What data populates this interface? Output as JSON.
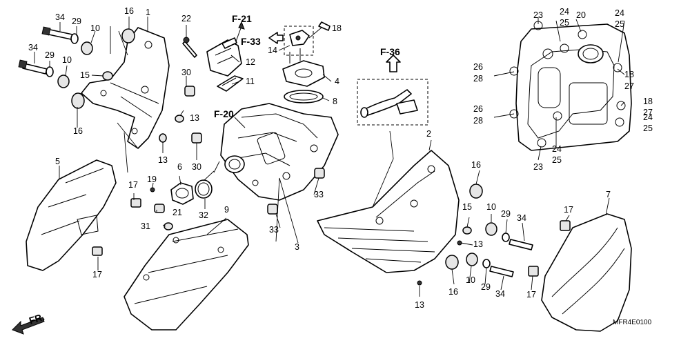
{
  "diagram": {
    "references": [
      "F-21",
      "F-33",
      "F-36",
      "F-20"
    ],
    "drawing_code": "MFR4E0100",
    "front_label": "FR.",
    "callouts": [
      "34",
      "29",
      "10",
      "16",
      "1",
      "22",
      "18",
      "34",
      "29",
      "10",
      "15",
      "16",
      "12",
      "14",
      "30",
      "11",
      "4",
      "8",
      "13",
      "13",
      "30",
      "23",
      "24",
      "25",
      "20",
      "24",
      "25",
      "26",
      "28",
      "18",
      "27",
      "26",
      "28",
      "18",
      "27",
      "24",
      "25",
      "24",
      "25",
      "23",
      "5",
      "6",
      "19",
      "17",
      "21",
      "31",
      "32",
      "9",
      "33",
      "33",
      "3",
      "2",
      "16",
      "15",
      "13",
      "10",
      "29",
      "34",
      "16",
      "10",
      "29",
      "34",
      "13",
      "17",
      "17",
      "7",
      "17"
    ]
  }
}
